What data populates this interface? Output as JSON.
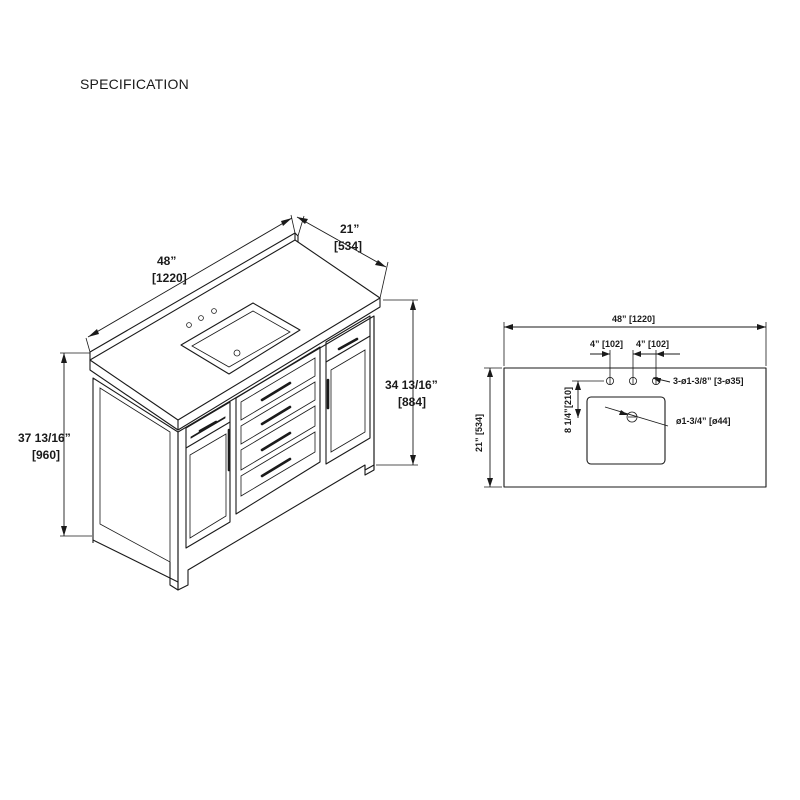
{
  "title": "SPECIFICATION",
  "vanity_view": {
    "width_in": "48”",
    "width_mm": "[1220]",
    "depth_in": "21”",
    "depth_mm": "[534]",
    "overall_height_in": "37 13/16”",
    "overall_height_mm": "[960]",
    "cabinet_height_in": "34 13/16”",
    "cabinet_height_mm": "[884]"
  },
  "top_view": {
    "width": "48” [1220]",
    "faucet_spacing_left": "4” [102]",
    "faucet_spacing_right": "4” [102]",
    "faucet_holes": "3-ø1-3/8” [3-ø35]",
    "sink_setback_in": "8 1/4”",
    "sink_setback_mm": "[210]",
    "depth": "21” [534]",
    "drain": "ø1-3/4” [ø44]"
  }
}
